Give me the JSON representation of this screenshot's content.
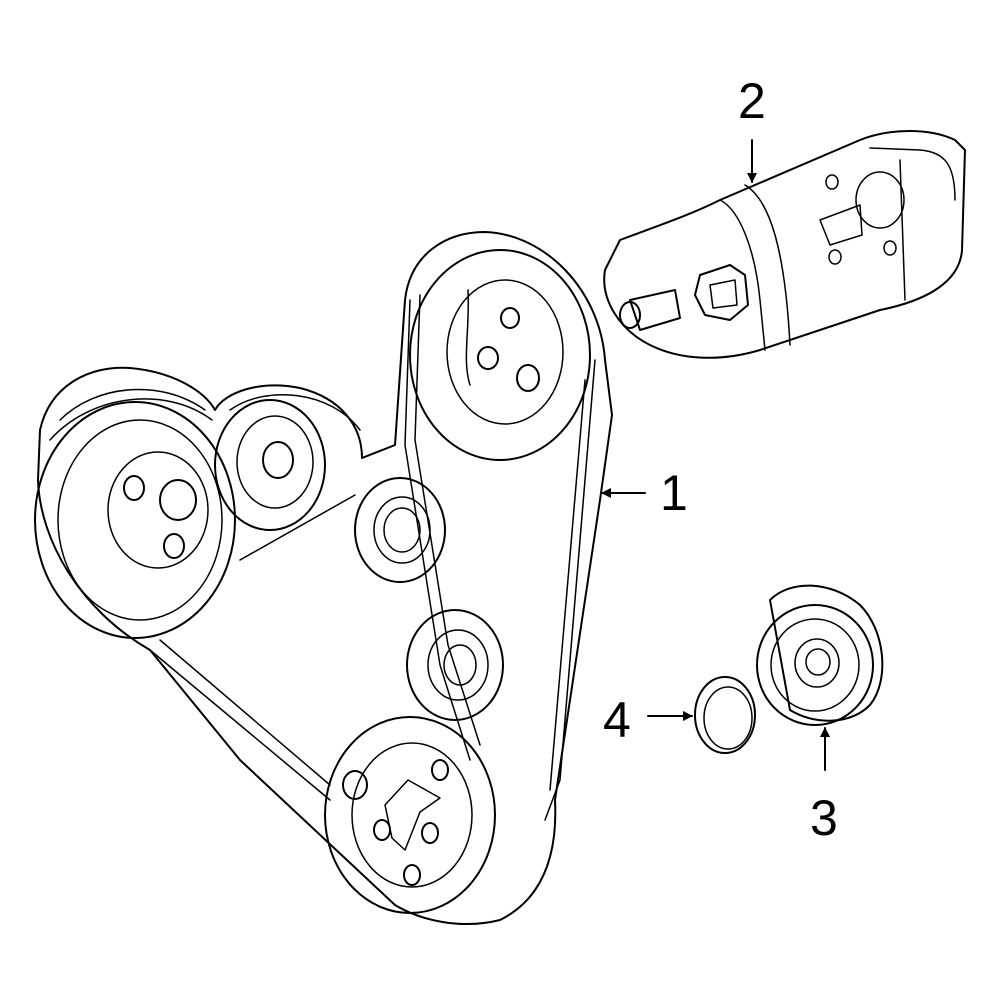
{
  "colors": {
    "highlight": "#3a5fc8",
    "outline": "#000000",
    "background": "#ffffff"
  },
  "callouts": {
    "belt": "1",
    "power_steering_pump": "2",
    "idler_pulley": "3",
    "dust_cap": "4"
  }
}
